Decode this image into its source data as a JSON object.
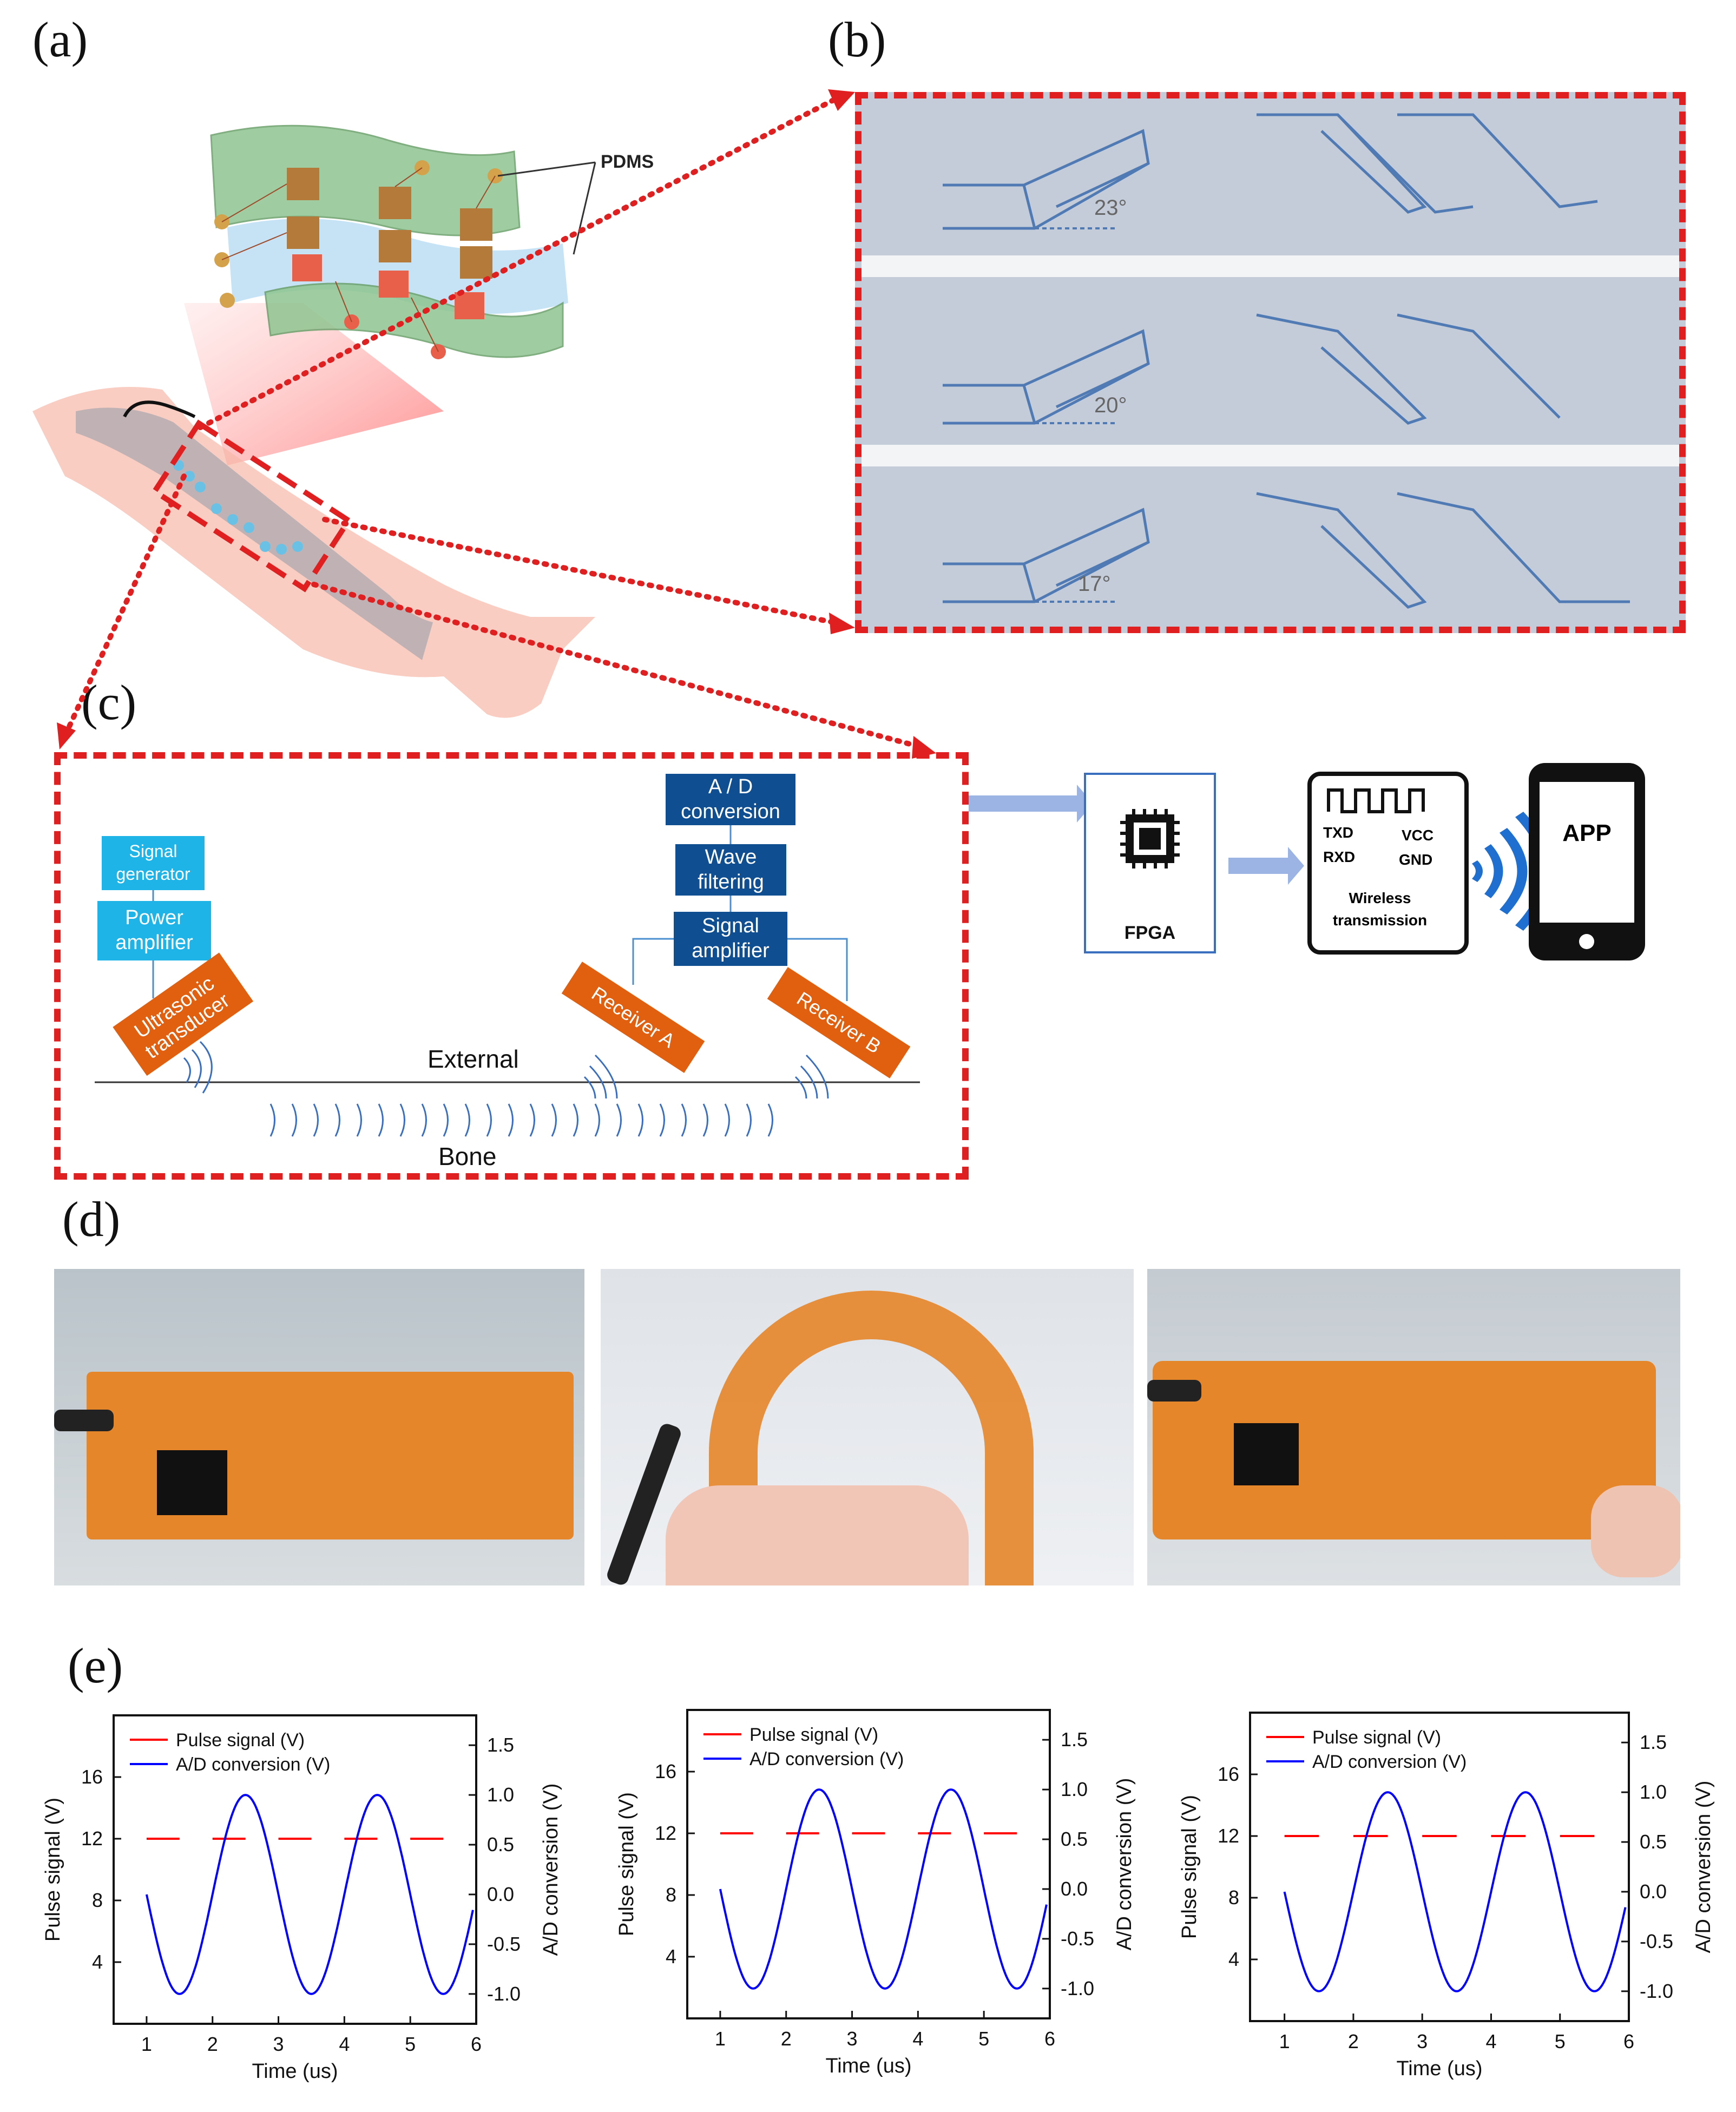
{
  "panel_labels": {
    "a": "(a)",
    "b": "(b)",
    "c": "(c)",
    "d": "(d)",
    "e": "(e)"
  },
  "panel_a": {
    "pdms_label": "PDMS"
  },
  "panel_b": {
    "angles": [
      "23°",
      "20°",
      "17°"
    ]
  },
  "panel_c": {
    "signal_generator": "Signal generator",
    "power_amplifier": "Power amplifier",
    "ultrasonic_transducer": "Ultrasonic transducer",
    "ad_conversion": "A / D conversion",
    "wave_filtering": "Wave filtering",
    "signal_amplifier": "Signal amplifier",
    "receiver_a": "Receiver A",
    "receiver_b": "Receiver B",
    "external": "External",
    "bone": "Bone",
    "fpga": "FPGA",
    "txd": "TXD",
    "rxd": "RXD",
    "vcc": "VCC",
    "gnd": "GND",
    "wireless": "Wireless transmission",
    "app": "APP"
  },
  "chart_data": [
    {
      "type": "line",
      "xlabel": "Time (us)",
      "ylabel": "Pulse signal (V)",
      "y2label": "A/D conversion (V)",
      "xlim": [
        0.5,
        6
      ],
      "ylim": [
        0,
        20
      ],
      "y2lim": [
        -1.3,
        1.8
      ],
      "xticks": [
        1,
        2,
        3,
        4,
        5,
        6
      ],
      "yticks": [
        4,
        8,
        12,
        16
      ],
      "y2ticks": [
        -1.0,
        -0.5,
        0.0,
        0.5,
        1.0,
        1.5
      ],
      "series": [
        {
          "name": "Pulse signal (V)",
          "color": "#ff0000",
          "style": "dashed",
          "axis": "left",
          "segments": [
            [
              1.0,
              1.5
            ],
            [
              2.0,
              2.5
            ],
            [
              3.0,
              3.5
            ],
            [
              4.0,
              4.5
            ],
            [
              5.0,
              5.5
            ]
          ],
          "value": 12
        },
        {
          "name": "A/D conversion (V)",
          "color": "#0000ff",
          "axis": "right",
          "function": "sine",
          "amplitude": 1.0,
          "period": 2,
          "peak_x": 2.5,
          "xrange": [
            1,
            5.95
          ]
        }
      ],
      "legend": "top-left"
    },
    {
      "type": "line",
      "xlabel": "Time (us)",
      "ylabel": "Pulse signal (V)",
      "y2label": "A/D conversion (V)",
      "xlim": [
        0.5,
        6
      ],
      "ylim": [
        0,
        20
      ],
      "y2lim": [
        -1.3,
        1.8
      ],
      "xticks": [
        1,
        2,
        3,
        4,
        5,
        6
      ],
      "yticks": [
        4,
        8,
        12,
        16
      ],
      "y2ticks": [
        -1.0,
        -0.5,
        0.0,
        0.5,
        1.0,
        1.5
      ],
      "series": [
        {
          "name": "Pulse signal (V)",
          "color": "#ff0000",
          "style": "dashed",
          "axis": "left",
          "segments": [
            [
              1.0,
              1.5
            ],
            [
              2.0,
              2.5
            ],
            [
              3.0,
              3.5
            ],
            [
              4.0,
              4.5
            ],
            [
              5.0,
              5.5
            ]
          ],
          "value": 12
        },
        {
          "name": "A/D conversion (V)",
          "color": "#0000ff",
          "axis": "right",
          "function": "sine",
          "amplitude": 1.0,
          "period": 2,
          "peak_x": 2.5,
          "xrange": [
            1,
            5.95
          ]
        }
      ],
      "legend": "top-left"
    },
    {
      "type": "line",
      "xlabel": "Time (us)",
      "ylabel": "Pulse signal (V)",
      "y2label": "A/D conversion (V)",
      "xlim": [
        0.5,
        6
      ],
      "ylim": [
        0,
        20
      ],
      "y2lim": [
        -1.3,
        1.8
      ],
      "xticks": [
        1,
        2,
        3,
        4,
        5,
        6
      ],
      "yticks": [
        4,
        8,
        12,
        16
      ],
      "y2ticks": [
        -1.0,
        -0.5,
        0.0,
        0.5,
        1.0,
        1.5
      ],
      "series": [
        {
          "name": "Pulse signal (V)",
          "color": "#ff0000",
          "style": "dashed",
          "axis": "left",
          "segments": [
            [
              1.0,
              1.5
            ],
            [
              2.0,
              2.5
            ],
            [
              3.0,
              3.5
            ],
            [
              4.0,
              4.5
            ],
            [
              5.0,
              5.5
            ]
          ],
          "value": 12
        },
        {
          "name": "A/D conversion (V)",
          "color": "#0000ff",
          "axis": "right",
          "function": "sine",
          "amplitude": 1.0,
          "period": 2,
          "peak_x": 2.5,
          "xrange": [
            1,
            5.95
          ]
        }
      ],
      "legend": "top-left"
    }
  ]
}
